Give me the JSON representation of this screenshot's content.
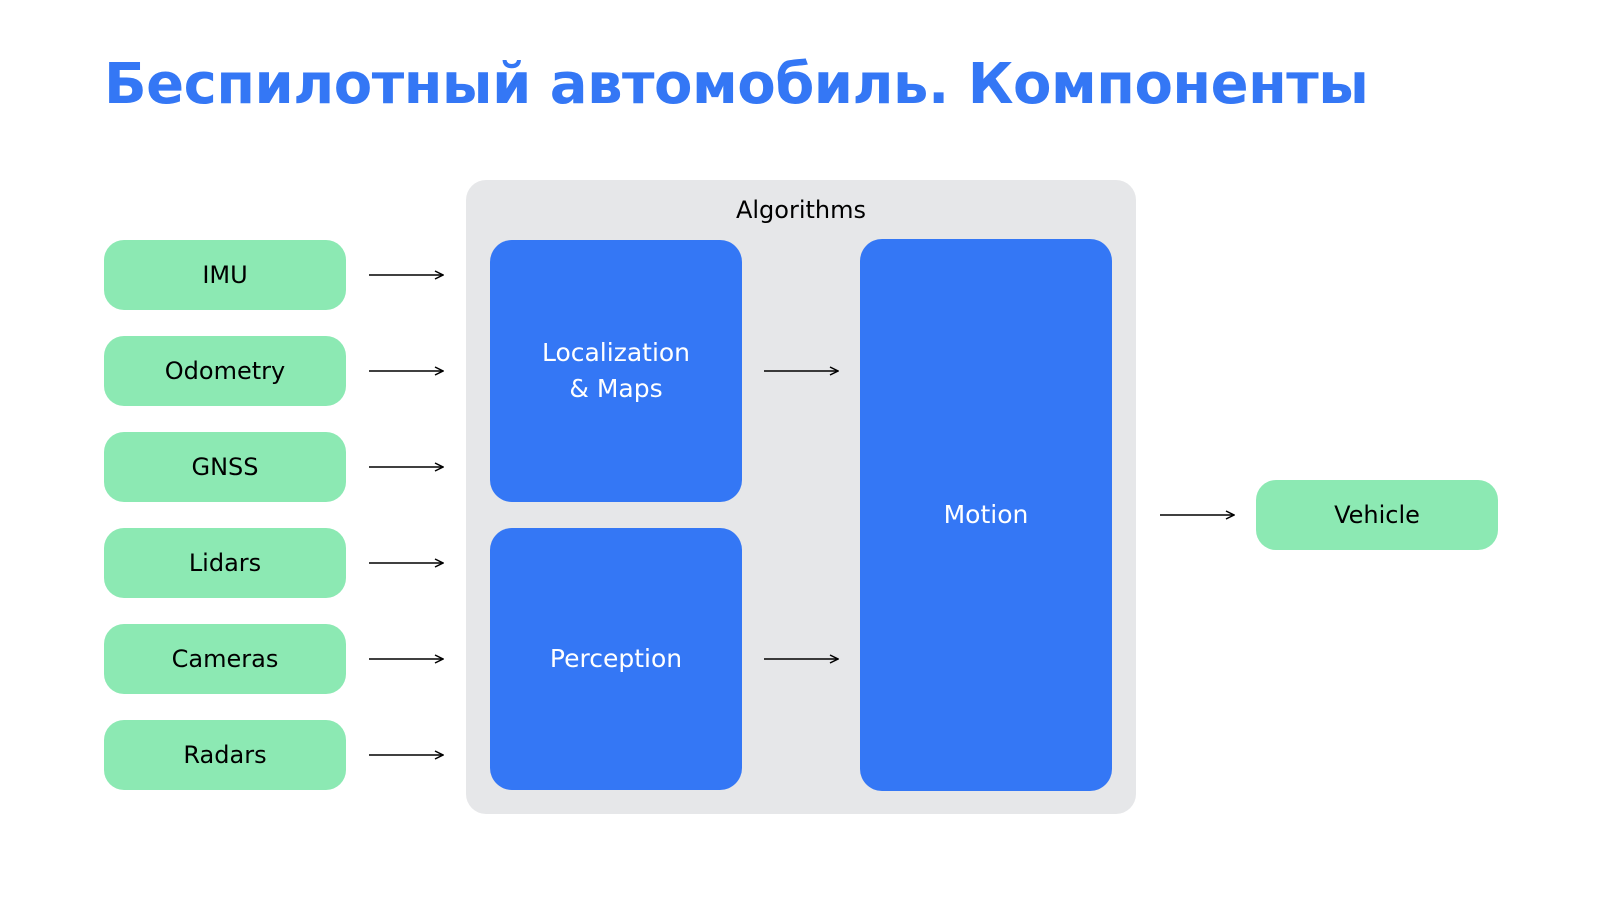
{
  "slide": {
    "title": "Беспилотный автомобиль. Компоненты"
  },
  "inputs": [
    {
      "label": "IMU"
    },
    {
      "label": "Odometry"
    },
    {
      "label": "GNSS"
    },
    {
      "label": "Lidars"
    },
    {
      "label": "Cameras"
    },
    {
      "label": "Radars"
    }
  ],
  "algorithms": {
    "label": "Algorithms",
    "localization": {
      "line1": "Localization",
      "line2": "& Maps"
    },
    "perception": {
      "label": "Perception"
    },
    "motion": {
      "label": "Motion"
    }
  },
  "output": {
    "label": "Vehicle"
  },
  "colors": {
    "title": "#3477f5",
    "module_fill": "#3477f5",
    "io_fill": "#8ce9b3",
    "group_fill": "#e6e7e9",
    "arrow": "#000000"
  }
}
